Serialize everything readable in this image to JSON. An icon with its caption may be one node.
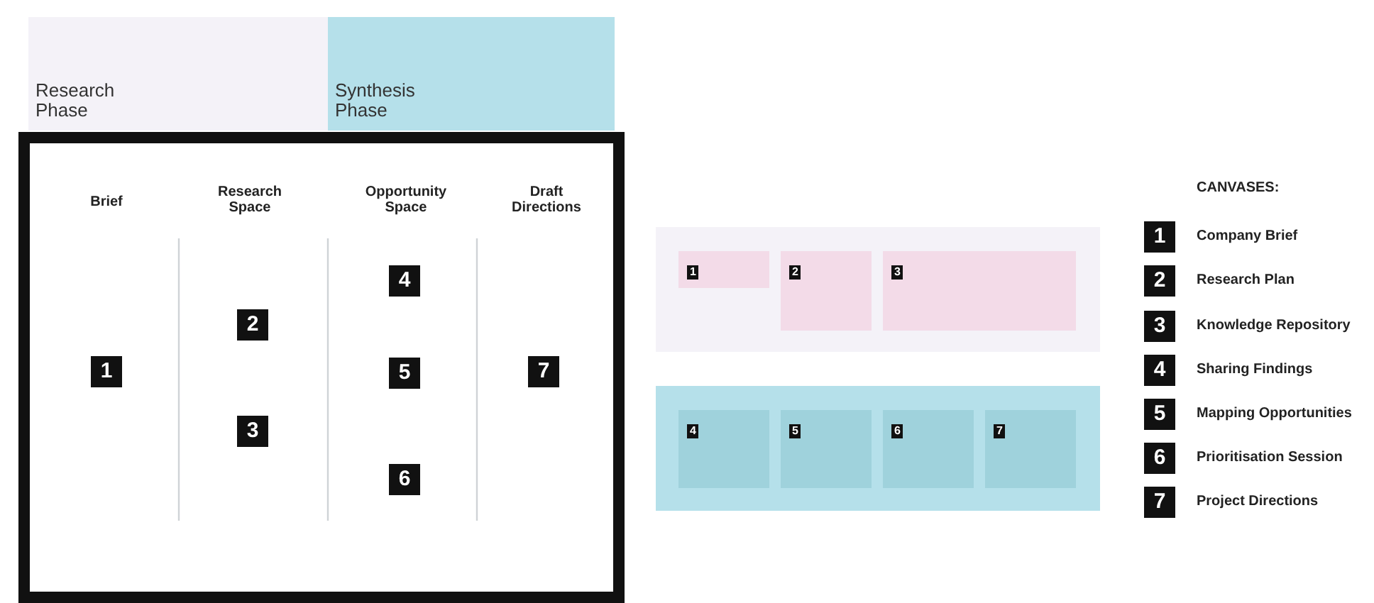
{
  "diagram": {
    "nodes": [
      {
        "text": [
          "Research Phase"
        ]
      },
      {
        "text": [
          "Synthesis Phase"
        ]
      },
      {
        "text": [],
        "shape": "box"
      },
      {
        "text": [
          "1"
        ],
        "in": 2
      },
      {
        "text": [
          "2"
        ],
        "in": 2
      },
      {
        "text": [
          "3"
        ],
        "in": 2
      },
      {
        "text": [
          "4"
        ],
        "in": 2
      },
      {
        "text": [
          "5"
        ],
        "in": 2
      },
      {
        "text": [
          "6"
        ],
        "in": 2
      },
      {
        "text": [
          "7"
        ],
        "in": 2
      },
      {
        "text": [],
        "shape": "box"
      },
      {
        "text": [
          "1"
        ],
        "in": 10
      },
      {
        "text": [
          "2"
        ],
        "in": 10
      },
      {
        "text": [
          "3"
        ],
        "in": 10
      },
      {
        "text": [],
        "shape": "box"
      },
      {
        "text": [
          "4"
        ],
        "in": 14
      },
      {
        "text": [
          "5"
        ],
        "in": 14
      },
      {
        "text": [
          "6"
        ],
        "in": 14
      },
      {
        "text": [
          "7"
        ],
        "in": 14
      },
      {
        "text": [
          "1"
        ],
        "beside": [
          "Company Brief"
        ]
      },
      {
        "text": [
          "2"
        ],
        "beside": [
          "Research Plan"
        ]
      },
      {
        "text": [
          "3"
        ],
        "beside": [
          "Knowledge Repository"
        ]
      },
      {
        "text": [
          "4"
        ],
        "beside": [
          "Sharing Findings"
        ]
      },
      {
        "text": [
          "5"
        ],
        "beside": [
          "Mapping Opportunities"
        ]
      },
      {
        "text": [
          "6"
        ],
        "beside": [
          "Prioritisation Session"
        ]
      },
      {
        "text": [
          "7"
        ],
        "beside": [
          "Project Directions"
        ]
      }
    ],
    "labels": [
      "Brief",
      "Research Space",
      "Opportunity Space",
      "Draft Directions",
      "CANVASES:"
    ]
  }
}
